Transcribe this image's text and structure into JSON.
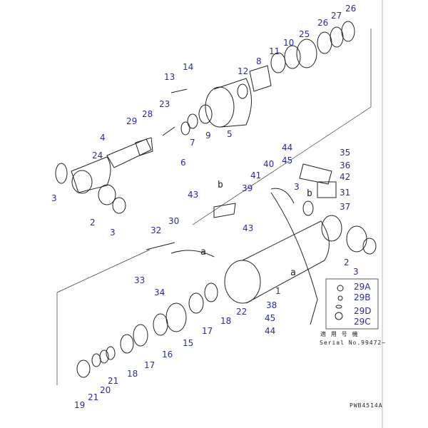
{
  "diagram": {
    "code": "PWB4514A",
    "applicable_label": "適 用 号 機",
    "serial": "Serial No.99472~",
    "letters": [
      "b",
      "a",
      "b",
      "a"
    ],
    "part_labels": [
      "26",
      "27",
      "26",
      "25",
      "10",
      "11",
      "8",
      "12",
      "14",
      "13",
      "23",
      "28",
      "29",
      "4",
      "24",
      "5",
      "9",
      "7",
      "6",
      "3",
      "2",
      "3",
      "43",
      "30",
      "43",
      "32",
      "33",
      "34",
      "44",
      "45",
      "35",
      "36",
      "40",
      "41",
      "42",
      "39",
      "3",
      "31",
      "37",
      "2",
      "3",
      "1",
      "38",
      "45",
      "44",
      "22",
      "18",
      "17",
      "15",
      "16",
      "17",
      "18",
      "21",
      "20",
      "21",
      "19"
    ],
    "inset_labels": [
      "29A",
      "29B",
      "29D",
      "29C"
    ]
  }
}
